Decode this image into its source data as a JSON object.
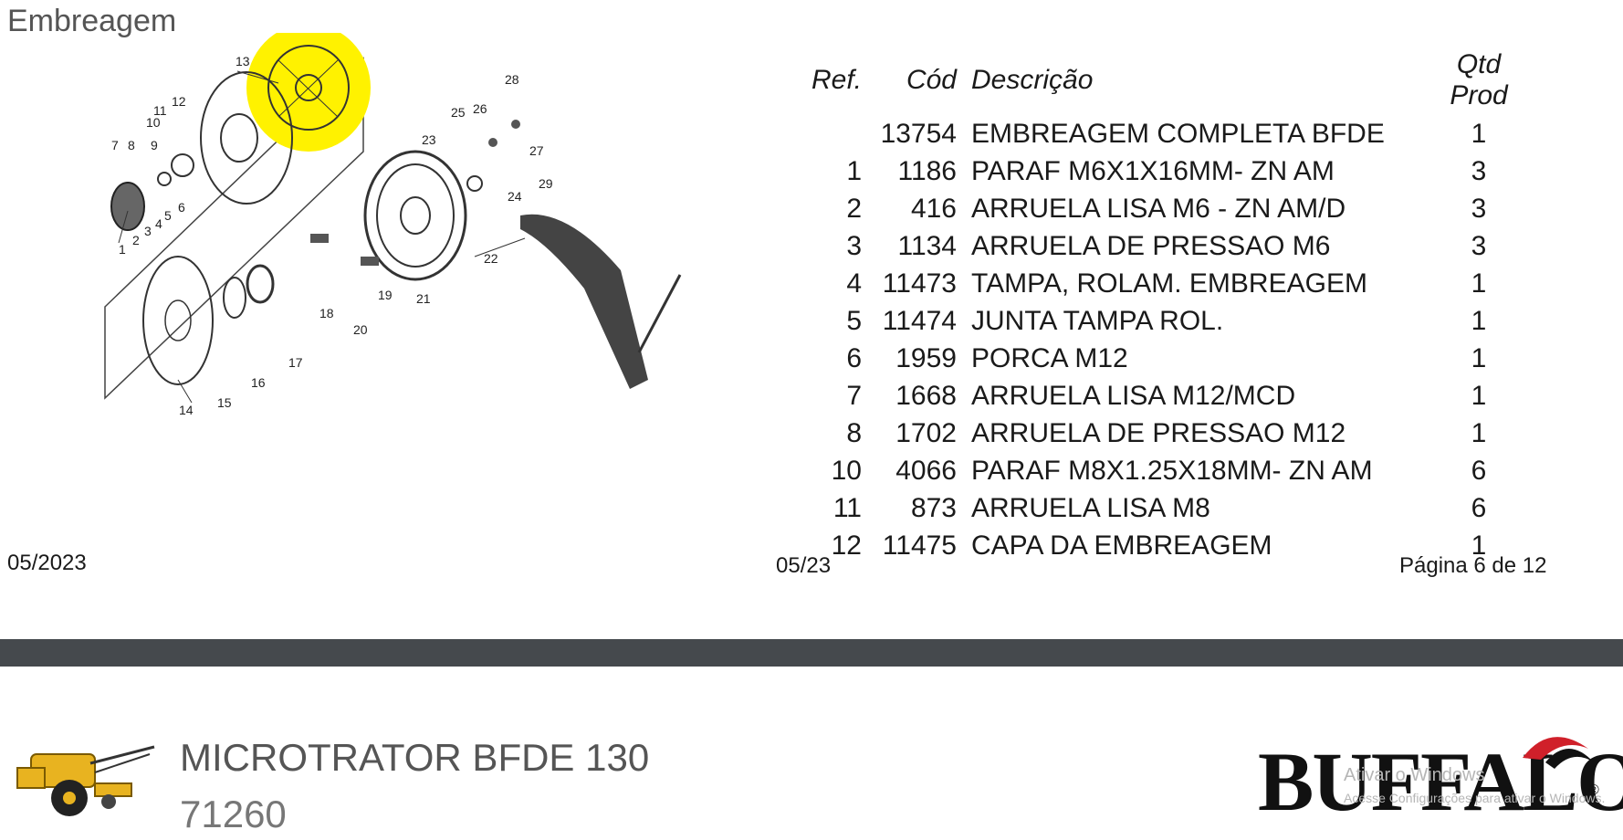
{
  "section_title": "Embreagem",
  "diagram": {
    "labels": [
      "1",
      "2",
      "3",
      "4",
      "5",
      "6",
      "7",
      "8",
      "9",
      "10",
      "11",
      "12",
      "13",
      "14",
      "15",
      "16",
      "17",
      "18",
      "19",
      "20",
      "21",
      "22",
      "23",
      "24",
      "25",
      "26",
      "27",
      "28",
      "29"
    ]
  },
  "table": {
    "headers": {
      "ref": "Ref.",
      "cod": "Cód",
      "desc": "Descrição",
      "qtd": "Qtd Prod"
    },
    "rows": [
      {
        "ref": "",
        "cod": "13754",
        "desc": "EMBREAGEM COMPLETA BFDE",
        "qtd": "1"
      },
      {
        "ref": "1",
        "cod": "1186",
        "desc": "PARAF M6X1X16MM- ZN AM",
        "qtd": "3"
      },
      {
        "ref": "2",
        "cod": "416",
        "desc": "ARRUELA LISA M6 - ZN AM/D",
        "qtd": "3"
      },
      {
        "ref": "3",
        "cod": "1134",
        "desc": "ARRUELA DE PRESSAO M6",
        "qtd": "3"
      },
      {
        "ref": "4",
        "cod": "11473",
        "desc": "TAMPA, ROLAM. EMBREAGEM",
        "qtd": "1"
      },
      {
        "ref": "5",
        "cod": "11474",
        "desc": "JUNTA TAMPA ROL.",
        "qtd": "1"
      },
      {
        "ref": "6",
        "cod": "1959",
        "desc": "PORCA M12",
        "qtd": "1"
      },
      {
        "ref": "7",
        "cod": "1668",
        "desc": "ARRUELA LISA M12/MCD",
        "qtd": "1"
      },
      {
        "ref": "8",
        "cod": "1702",
        "desc": "ARRUELA DE PRESSAO M12",
        "qtd": "1"
      },
      {
        "ref": "10",
        "cod": "4066",
        "desc": "PARAF M8X1.25X18MM- ZN AM",
        "qtd": "6"
      },
      {
        "ref": "11",
        "cod": "873",
        "desc": "ARRUELA LISA M8",
        "qtd": "6"
      },
      {
        "ref": "12",
        "cod": "11475",
        "desc": "CAPA DA EMBREAGEM",
        "qtd": "1"
      }
    ]
  },
  "footer": {
    "date_left": "05/2023",
    "date_mid": "05/23",
    "page": "Página 6 de 12"
  },
  "product": {
    "name": "MICROTRATOR BFDE 130",
    "code": "71260"
  },
  "brand": {
    "name": "BUFFALO",
    "registered": "®"
  },
  "watermark": {
    "title": "Ativar o Windows",
    "subtitle": "Acesse Configurações para ativar o Windows."
  },
  "colors": {
    "highlight": "#fff200",
    "divider": "#45494d",
    "tractor": "#e8b320",
    "brand_accent": "#d0202a"
  },
  "icons": {
    "tractor": "tractor-icon",
    "brand": "buffalo-horn-logo"
  }
}
